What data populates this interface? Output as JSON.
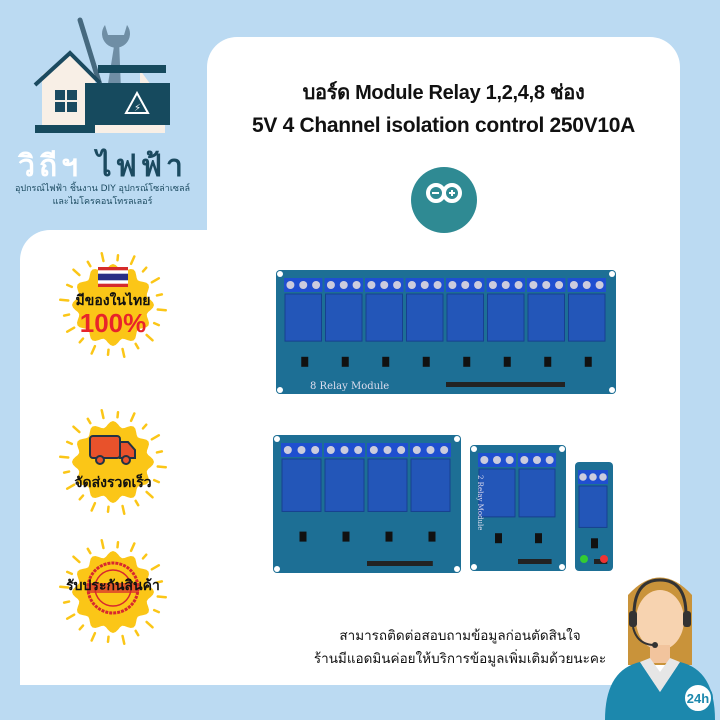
{
  "header": {
    "title_line1": "บอร์ด Module Relay 1,2,4,8 ช่อง",
    "title_line2": "5V 4 Channel isolation control 250V10A"
  },
  "logo": {
    "brand_part1": "วิถีฯ",
    "brand_part2": "ไฟฟ้า",
    "tagline_line1": "อุปกรณ์ไฟฟ้า ชิ้นงาน DIY อุปกรณ์โซล่าเซลล์",
    "tagline_line2": "และไมโครคอนโทรลเลอร์"
  },
  "arduino_logo": {
    "label": "ARDUINO",
    "color": "#2f8a93"
  },
  "badges": [
    {
      "icon": "thailand-flag-icon",
      "text": "มีของในไทย",
      "highlight": "100%"
    },
    {
      "icon": "delivery-truck-icon",
      "text": "จัดส่งรวดเร็ว"
    },
    {
      "icon": "guarantee-stamp-icon",
      "text": "รับประกันสินค้า"
    }
  ],
  "products": [
    {
      "label": "8 Relay Module",
      "channels": 8
    },
    {
      "channels": 4
    },
    {
      "label": "2 Relay Module",
      "channels": 2
    },
    {
      "channels": 1
    }
  ],
  "footer": {
    "line1": "สามารถติดต่อสอบถามข้อมูลก่อนตัดสินใจ",
    "line2": "ร้านมีแอดมินค่อยให้บริการข้อมูลเพิ่มเติมด้วยนะคะ",
    "support_badge": "24h"
  },
  "colors": {
    "background": "#bbdaf2",
    "badge": "#fbc617",
    "pcb": "#1d6f95",
    "relay": "#2356b8",
    "accent_red": "#e8242a"
  }
}
